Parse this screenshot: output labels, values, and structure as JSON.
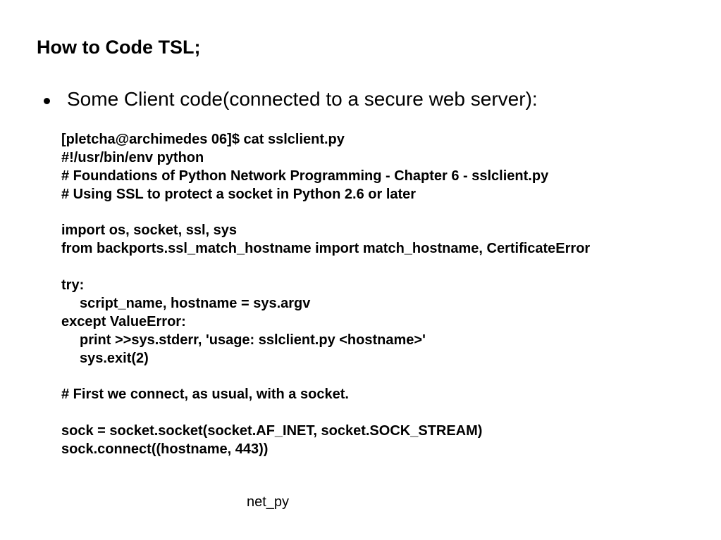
{
  "slide": {
    "title": "How to Code TSL;",
    "bullet": "Some Client code(connected to a secure web server):",
    "code_lines": [
      "[pletcha@archimedes 06]$ cat sslclient.py",
      "#!/usr/bin/env python",
      "# Foundations of Python Network Programming - Chapter 6 - sslclient.py",
      "# Using SSL to protect a socket in Python 2.6 or later",
      "",
      "import os, socket, ssl, sys",
      "from backports.ssl_match_hostname import match_hostname, CertificateError",
      "",
      "try:",
      "script_name, hostname = sys.argv",
      "except ValueError:",
      "print >>sys.stderr, 'usage: sslclient.py <hostname>'",
      "sys.exit(2)",
      "",
      "# First we connect, as usual, with a socket.",
      "",
      "sock = socket.socket(socket.AF_INET, socket.SOCK_STREAM)",
      "sock.connect((hostname, 443))"
    ],
    "footer": "net_py"
  }
}
